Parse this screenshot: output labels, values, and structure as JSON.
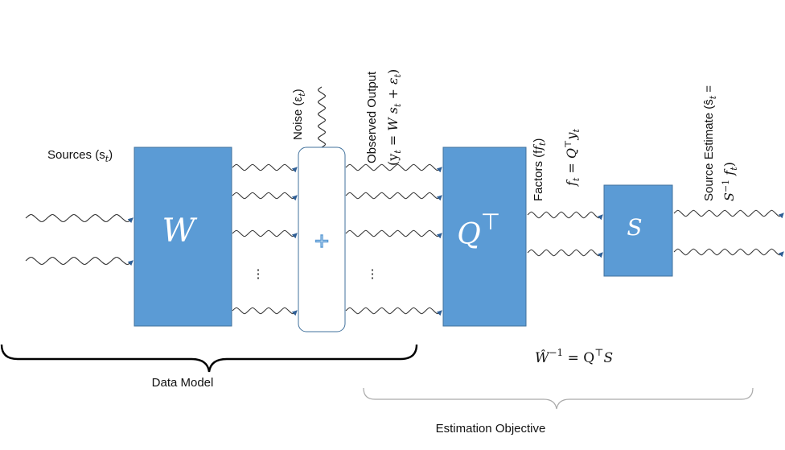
{
  "labels": {
    "sources": "Sources (s",
    "sources_sub": "t",
    "sources_close": ")",
    "noise": "Noise (ε",
    "noise_sub": "t",
    "noise_close": ")",
    "observed_line1": "Observed Output",
    "observed_line2": "(y",
    "observed_line2_rest": " = W s",
    "observed_line2_end": " + ε",
    "observed_line2_close": ")",
    "factors": "Factors (f",
    "factors_close": ")",
    "factors_eq": "f",
    "factors_eq_rest": " = Q",
    "factors_eq_end": "y",
    "source_est_line1": "Source Estimate (ŝ",
    "source_est_line1_end": " =",
    "source_est_line2": "S",
    "source_est_line2_rest": " f",
    "source_est_line2_close": ")",
    "sub_t": "t",
    "sup_inv": "−1",
    "sup_T": "⊤",
    "data_model": "Data Model",
    "estimation_objective": "Estimation Objective",
    "eq_w": "Ŵ",
    "eq_w_sup": "−1",
    "eq_rest": " = Q",
    "eq_T": "⊤",
    "eq_S": "S"
  },
  "blocks": {
    "w": "W",
    "plus": "+",
    "qt": "Q",
    "qt_sup": "⊤",
    "s": "S"
  },
  "ellipsis": "⋮",
  "colors": {
    "block_fill": "#5b9bd5",
    "block_stroke": "#41719c",
    "plus_fill": "#ffffff",
    "plus_stroke": "#41719c",
    "plus_sign": "#5b9bd5",
    "brace": "#000000",
    "brace_light": "#aaaaaa"
  }
}
